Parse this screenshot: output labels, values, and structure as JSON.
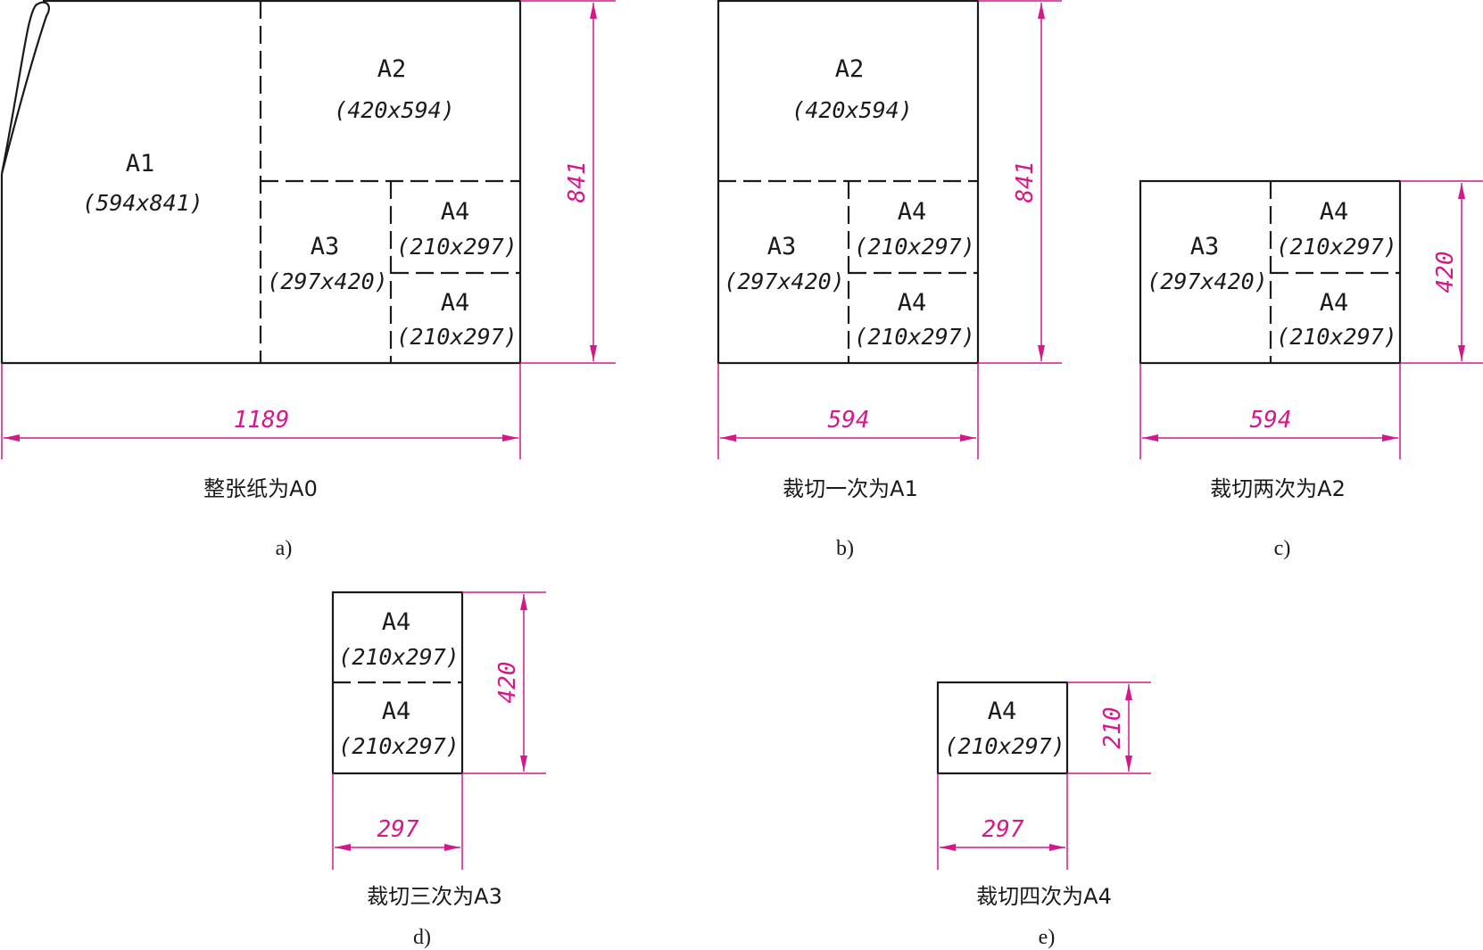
{
  "colors": {
    "outline": "#1a1a1a",
    "dimension": "#d4188c"
  },
  "panels": [
    {
      "id": "a",
      "label": "a)",
      "caption": "整张纸为A0",
      "sheets": [
        {
          "name": "A1",
          "size": "(594x841)"
        },
        {
          "name": "A2",
          "size": "(420x594)"
        },
        {
          "name": "A3",
          "size": "(297x420)"
        },
        {
          "name": "A4",
          "size": "(210x297)"
        },
        {
          "name": "A4",
          "size": "(210x297)"
        }
      ],
      "dims": {
        "width": "1189",
        "height": "841"
      }
    },
    {
      "id": "b",
      "label": "b)",
      "caption": "裁切一次为A1",
      "sheets": [
        {
          "name": "A2",
          "size": "(420x594)"
        },
        {
          "name": "A3",
          "size": "(297x420)"
        },
        {
          "name": "A4",
          "size": "(210x297)"
        },
        {
          "name": "A4",
          "size": "(210x297)"
        }
      ],
      "dims": {
        "width": "594",
        "height": "841"
      }
    },
    {
      "id": "c",
      "label": "c)",
      "caption": "裁切两次为A2",
      "sheets": [
        {
          "name": "A3",
          "size": "(297x420)"
        },
        {
          "name": "A4",
          "size": "(210x297)"
        },
        {
          "name": "A4",
          "size": "(210x297)"
        }
      ],
      "dims": {
        "width": "594",
        "height": "420"
      }
    },
    {
      "id": "d",
      "label": "d)",
      "caption": "裁切三次为A3",
      "sheets": [
        {
          "name": "A4",
          "size": "(210x297)"
        },
        {
          "name": "A4",
          "size": "(210x297)"
        }
      ],
      "dims": {
        "width": "297",
        "height": "420"
      }
    },
    {
      "id": "e",
      "label": "e)",
      "caption": "裁切四次为A4",
      "sheets": [
        {
          "name": "A4",
          "size": "(210x297)"
        }
      ],
      "dims": {
        "width": "297",
        "height": "210"
      }
    }
  ]
}
